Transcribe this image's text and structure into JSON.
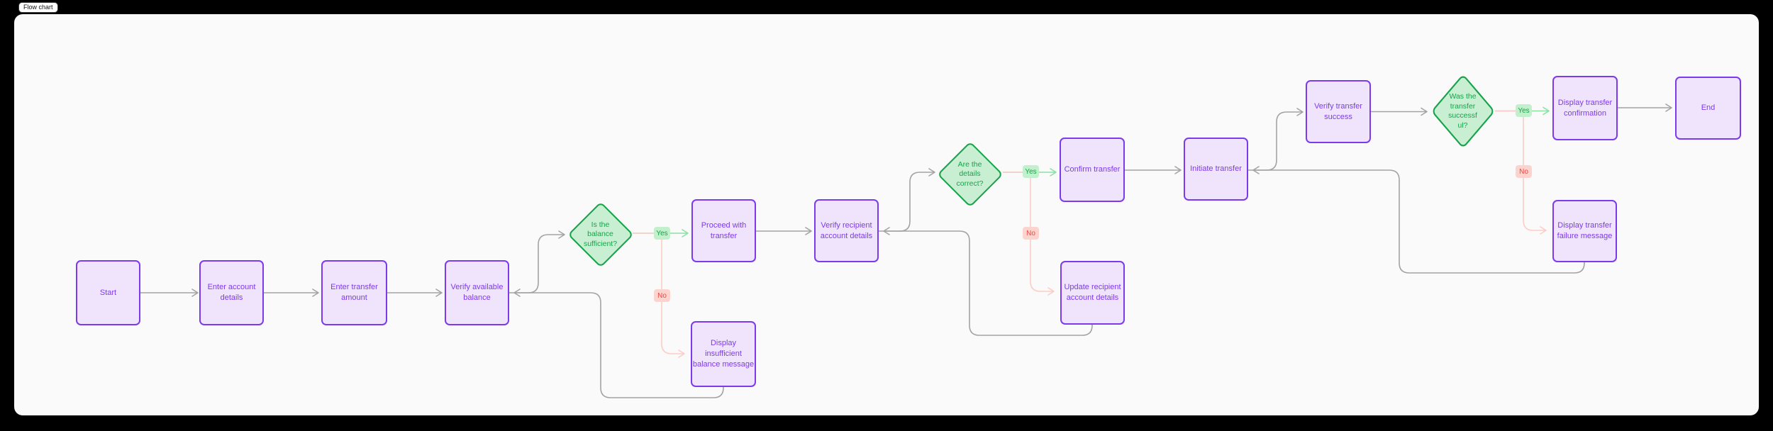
{
  "toolbar": {
    "chart_type_label": "Flow chart"
  },
  "flowchart": {
    "nodes": {
      "start": {
        "label": "Start"
      },
      "enter_account_details": {
        "label": "Enter account\ndetails"
      },
      "enter_transfer_amount": {
        "label": "Enter transfer\namount"
      },
      "verify_available_balance": {
        "label": "Verify available\nbalance"
      },
      "is_balance_sufficient": {
        "label": "Is the\nbalance\nsufficient?",
        "yes_label": "Yes",
        "no_label": "No"
      },
      "proceed_with_transfer": {
        "label": "Proceed with\ntransfer"
      },
      "display_insufficient_balance_message": {
        "label": "Display insufficient\nbalance message"
      },
      "verify_recipient_account_details": {
        "label": "Verify recipient\naccount details"
      },
      "are_details_correct": {
        "label": "Are the\ndetails\ncorrect?",
        "yes_label": "Yes",
        "no_label": "No"
      },
      "confirm_transfer": {
        "label": "Confirm transfer"
      },
      "update_recipient_account_details": {
        "label": "Update recipient\naccount details"
      },
      "initiate_transfer": {
        "label": "Initiate transfer"
      },
      "verify_transfer_success": {
        "label": "Verify transfer\nsuccess"
      },
      "was_transfer_successful": {
        "label": "Was the\ntransfer\nsuccessf\nul?",
        "yes_label": "Yes",
        "no_label": "No"
      },
      "display_transfer_confirmation": {
        "label": "Display transfer\nconfirmation"
      },
      "display_transfer_failure_message": {
        "label": "Display transfer\nfailure message"
      },
      "end": {
        "label": "End"
      }
    },
    "connections": [
      {
        "from": "Start",
        "to": "Enter account details"
      },
      {
        "from": "Enter account details",
        "to": "Enter transfer amount"
      },
      {
        "from": "Enter transfer amount",
        "to": "Verify available balance"
      },
      {
        "from": "Verify available balance",
        "to": "Is the balance sufficient?"
      },
      {
        "from": "Is the balance sufficient?",
        "to": "Proceed with transfer",
        "label": "Yes"
      },
      {
        "from": "Is the balance sufficient?",
        "to": "Display insufficient balance message",
        "label": "No"
      },
      {
        "from": "Display insufficient balance message",
        "to": "Verify available balance"
      },
      {
        "from": "Proceed with transfer",
        "to": "Verify recipient account details"
      },
      {
        "from": "Verify recipient account details",
        "to": "Are the details correct?"
      },
      {
        "from": "Are the details correct?",
        "to": "Confirm transfer",
        "label": "Yes"
      },
      {
        "from": "Are the details correct?",
        "to": "Update recipient account details",
        "label": "No"
      },
      {
        "from": "Update recipient account details",
        "to": "Verify recipient account details"
      },
      {
        "from": "Confirm transfer",
        "to": "Initiate transfer"
      },
      {
        "from": "Initiate transfer",
        "to": "Verify transfer success"
      },
      {
        "from": "Verify transfer success",
        "to": "Was the transfer successful?"
      },
      {
        "from": "Was the transfer successful?",
        "to": "Display transfer confirmation",
        "label": "Yes"
      },
      {
        "from": "Was the transfer successful?",
        "to": "Display transfer failure message",
        "label": "No"
      },
      {
        "from": "Display transfer failure message",
        "to": "Initiate transfer"
      },
      {
        "from": "Display transfer confirmation",
        "to": "End"
      }
    ],
    "colors": {
      "page_bg": "#000000",
      "canvas_bg": "#fafafa",
      "process_fill": "#f0e4fd",
      "process_border": "#7c3aed",
      "process_text": "#7c3aed",
      "decision_fill": "#c9efd3",
      "decision_border": "#17a34a",
      "decision_text": "#16a34a",
      "yes_badge_bg": "#c2efcc",
      "yes_badge_text": "#16a34a",
      "no_badge_bg": "#fdd3cd",
      "no_badge_text": "#ef4444",
      "edge_default": "#a3a3a3",
      "edge_yes": "#8ce0a4",
      "edge_no": "#fbcdc7"
    }
  }
}
